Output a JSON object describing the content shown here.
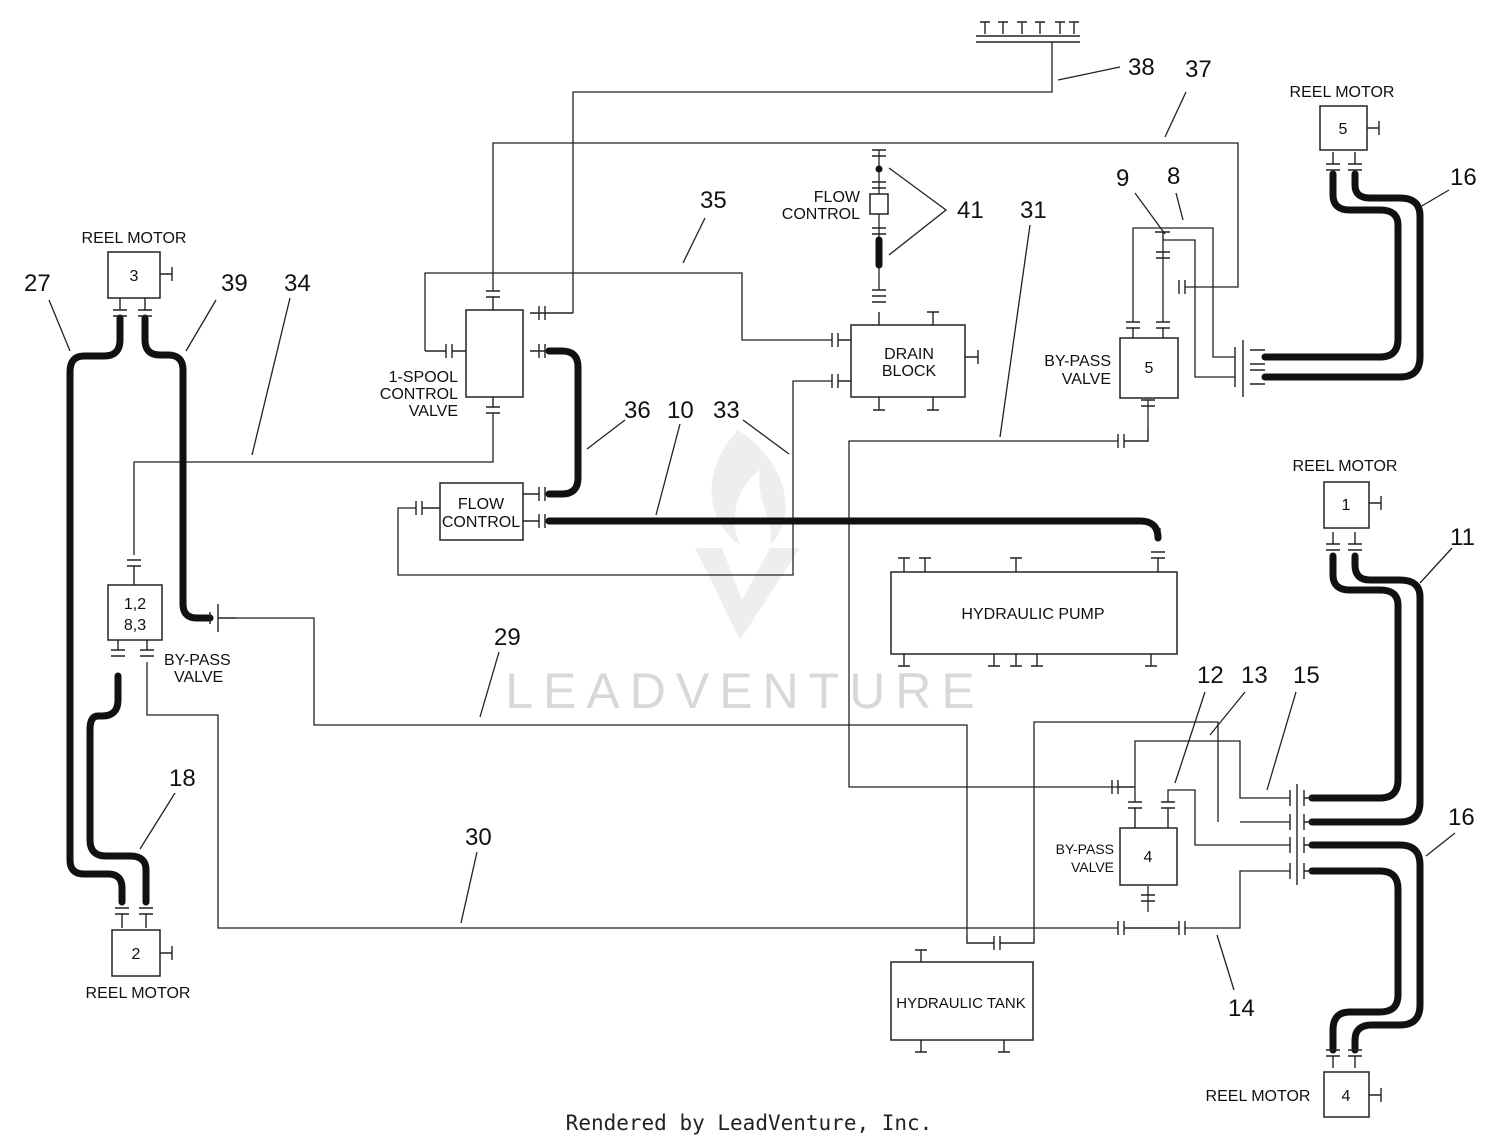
{
  "components": {
    "reel_motor_label": "REEL MOTOR",
    "reel_motor_3": "3",
    "reel_motor_2": "2",
    "reel_motor_5": "5",
    "reel_motor_1": "1",
    "reel_motor_4": "4",
    "spool_valve": [
      "1-SPOOL",
      "CONTROL",
      "VALVE"
    ],
    "flow_control_box": [
      "FLOW",
      "CONTROL"
    ],
    "flow_control_label": [
      "FLOW",
      "CONTROL"
    ],
    "drain_block": [
      "DRAIN",
      "BLOCK"
    ],
    "bypass_label": [
      "BY-PASS",
      "VALVE"
    ],
    "bypass_left_id": [
      "1,2",
      "8,3"
    ],
    "bypass_5_id": "5",
    "bypass_4_id": "4",
    "hydraulic_pump": "HYDRAULIC PUMP",
    "hydraulic_tank": "HYDRAULIC TANK"
  },
  "callouts": {
    "c38": "38",
    "c37": "37",
    "c16a": "16",
    "c35": "35",
    "c41": "41",
    "c31": "31",
    "c9": "9",
    "c8": "8",
    "c27": "27",
    "c39": "39",
    "c34": "34",
    "c36": "36",
    "c10": "10",
    "c33": "33",
    "c11": "11",
    "c29": "29",
    "c12": "12",
    "c13": "13",
    "c15": "15",
    "c18": "18",
    "c30": "30",
    "c16b": "16",
    "c14": "14"
  },
  "watermark": "LEADVENTURE",
  "footer": "Rendered by LeadVenture, Inc."
}
